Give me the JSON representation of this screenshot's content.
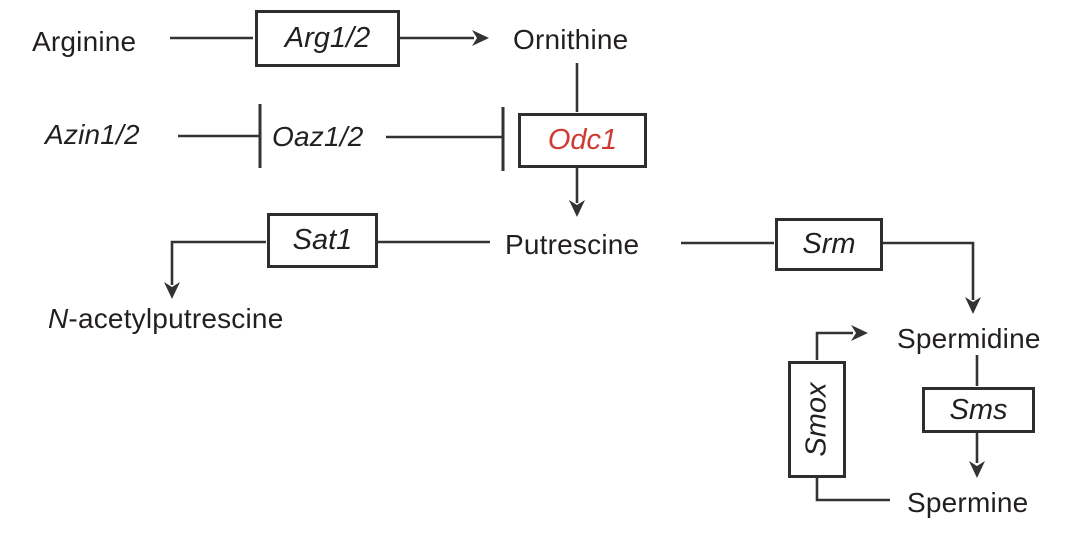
{
  "diagram_type": "biochemical-pathway",
  "colors": {
    "background": "#ffffff",
    "line": "#333333",
    "text": "#231f20",
    "highlight_gene": "#ce3b33",
    "box_border": "#2e2e2e"
  },
  "metabolites": {
    "arginine": "Arginine",
    "ornithine": "Ornithine",
    "putrescine": "Putrescine",
    "n_acetylputrescine_prefix": "N",
    "n_acetylputrescine_rest": "-acetylputrescine",
    "spermidine": "Spermidine",
    "spermine": "Spermine"
  },
  "genes": {
    "arg12": "Arg1/2",
    "azin12": "Azin1/2",
    "oaz12": "Oaz1/2",
    "odc1": "Odc1",
    "sat1": "Sat1",
    "srm": "Srm",
    "sms": "Sms",
    "smox": "Smox"
  },
  "relationships": [
    "Arginine -> Arg1/2 -> Ornithine",
    "Azin1/2 -| Oaz1/2",
    "Oaz1/2 -| Odc1",
    "Ornithine -> Odc1 -> Putrescine",
    "Putrescine -> Sat1 -> N-acetylputrescine",
    "Putrescine -> Srm -> Spermidine",
    "Spermidine -> Sms -> Spermine",
    "Spermine -> Smox -> Spermidine"
  ]
}
